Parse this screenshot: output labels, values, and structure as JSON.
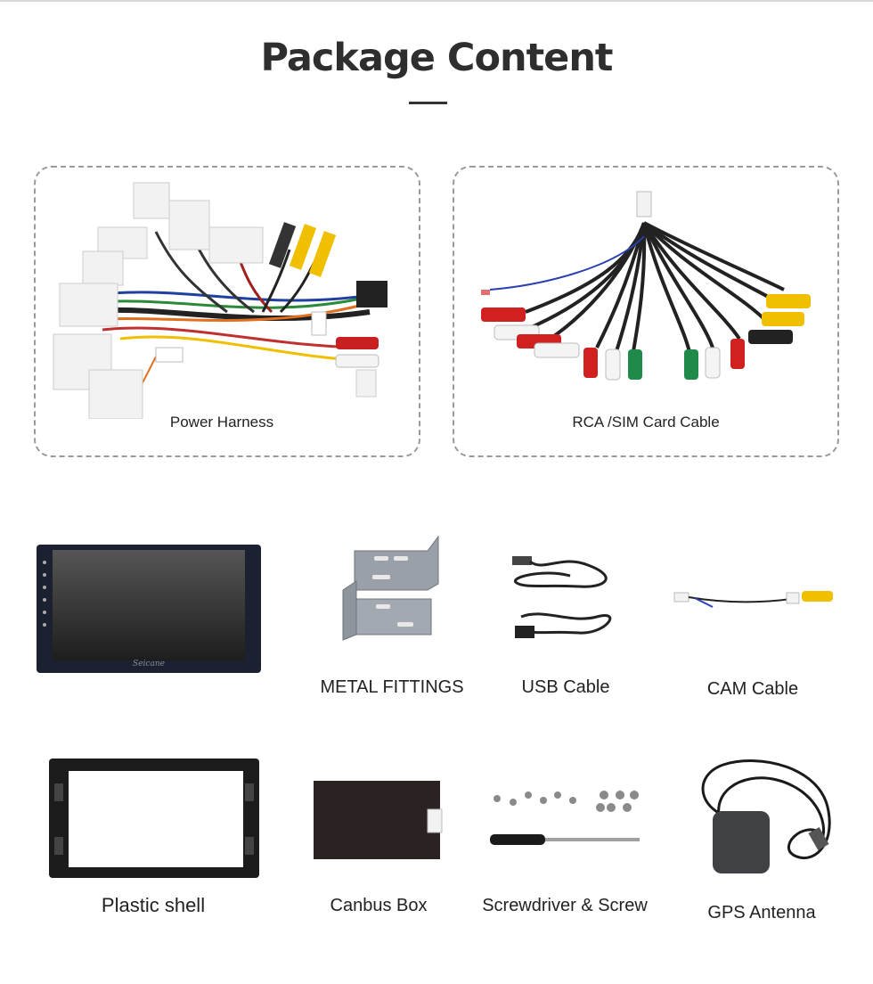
{
  "page": {
    "title": "Package Content"
  },
  "items": {
    "power_harness": {
      "label": "Power Harness"
    },
    "rca_sim_cable": {
      "label": "RCA /SIM Card Cable"
    },
    "head_unit": {
      "brand": "Seicane"
    },
    "metal_fittings": {
      "label": "METAL FITTINGS"
    },
    "usb_cable": {
      "label": "USB Cable"
    },
    "cam_cable": {
      "label": "CAM Cable"
    },
    "plastic_shell": {
      "label": "Plastic shell"
    },
    "canbus_box": {
      "label": "Canbus Box"
    },
    "screwdriver_screw": {
      "label": "Screwdriver & Screw"
    },
    "gps_antenna": {
      "label": "GPS Antenna"
    }
  }
}
